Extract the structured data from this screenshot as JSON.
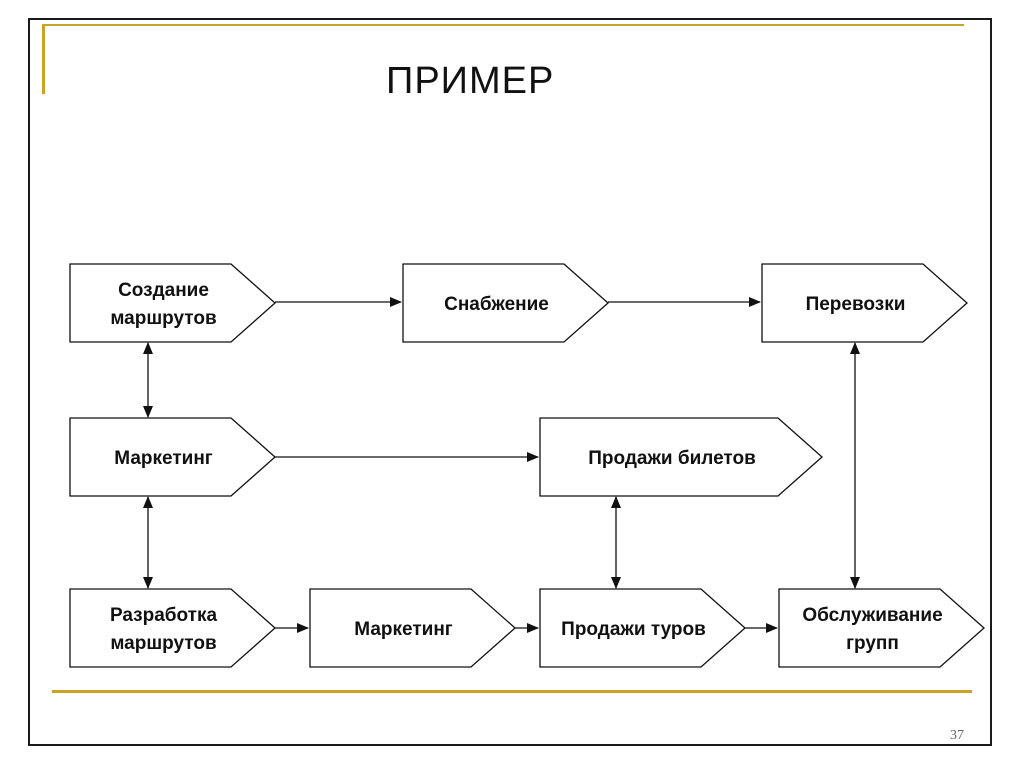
{
  "title": "ПРИМЕР",
  "page_number": "37",
  "nodes": {
    "sozdanie": [
      "Создание",
      "маршрутов"
    ],
    "snabzhenie": [
      "Снабжение"
    ],
    "perevozki": [
      "Перевозки"
    ],
    "marketing_top": [
      "Маркетинг"
    ],
    "prodazhi_biletov": [
      "Продажи билетов"
    ],
    "razrabotka": [
      "Разработка",
      "маршрутов"
    ],
    "marketing_bottom": [
      "Маркетинг"
    ],
    "prodazhi_turov": [
      "Продажи туров"
    ],
    "obsluzhivanie": [
      "Обслуживание",
      "групп"
    ]
  },
  "edges": [
    {
      "from": "sozdanie",
      "to": "snabzhenie",
      "type": "one-way"
    },
    {
      "from": "snabzhenie",
      "to": "perevozki",
      "type": "one-way"
    },
    {
      "from": "sozdanie",
      "to": "marketing_top",
      "type": "two-way"
    },
    {
      "from": "marketing_top",
      "to": "prodazhi_biletov",
      "type": "one-way"
    },
    {
      "from": "marketing_top",
      "to": "razrabotka",
      "type": "two-way"
    },
    {
      "from": "razrabotka",
      "to": "marketing_bottom",
      "type": "one-way"
    },
    {
      "from": "marketing_bottom",
      "to": "prodazhi_turov",
      "type": "one-way"
    },
    {
      "from": "prodazhi_turov",
      "to": "obsluzhivanie",
      "type": "one-way"
    },
    {
      "from": "prodazhi_biletov",
      "to": "prodazhi_turov",
      "type": "two-way"
    },
    {
      "from": "perevozki",
      "to": "obsluzhivanie",
      "type": "two-way"
    }
  ],
  "colors": {
    "accent": "#c9a227",
    "stroke": "#111111",
    "frame": "#1a1a1a"
  }
}
